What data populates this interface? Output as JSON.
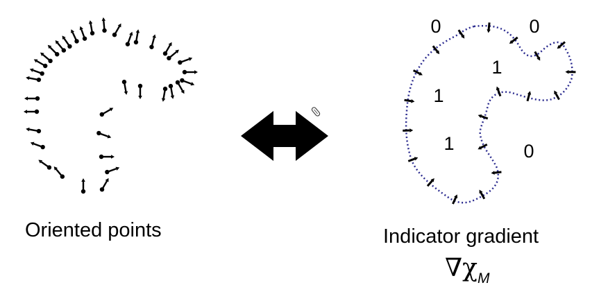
{
  "left_caption": "Oriented points",
  "right_caption": "Indicator gradient",
  "formula": {
    "nabla": "∇",
    "chi": "χ",
    "subscript": "M"
  },
  "region_labels": {
    "outside_top_left": "0",
    "outside_top_right": "0",
    "inside_top": "1",
    "inside_left": "1",
    "inside_bottom": "1",
    "outside_right": "0"
  },
  "icons": {
    "double_arrow": "double-headed-arrow-icon",
    "cursor": "paperclip-cursor-icon"
  },
  "colors": {
    "curve": "#2b2b8f",
    "arrows": "#000000"
  }
}
